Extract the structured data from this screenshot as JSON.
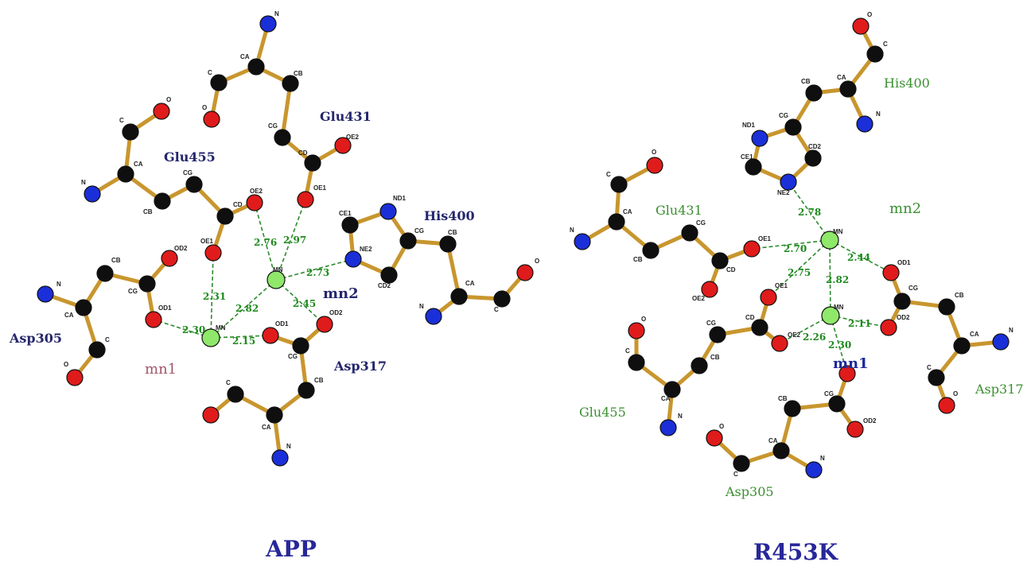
{
  "colors": {
    "carbon": "#0f0f0f",
    "oxygen": "#e01b1b",
    "nitrogen": "#1a2fd8",
    "metal": "#8fe86a",
    "bond": "#c8962e",
    "hbond": "#2e8b2e",
    "left_residue_label": "#24266c",
    "right_residue_label": "#3a8f2f",
    "title": "#27279a"
  },
  "panels": {
    "left": {
      "title": "APP",
      "residues": [
        "Glu431",
        "Glu455",
        "His400",
        "Asp305",
        "Asp317"
      ],
      "metals": [
        "mn1",
        "mn2"
      ],
      "distances": [
        "2.76",
        "2.97",
        "2.73",
        "2.31",
        "2.82",
        "2.45",
        "2.30",
        "2.15"
      ],
      "atom_labels": [
        "N",
        "CA",
        "C",
        "O",
        "CB",
        "CG",
        "CD",
        "OE1",
        "OE2",
        "ND1",
        "NE2",
        "CE1",
        "CD2",
        "OD1",
        "OD2",
        "MN"
      ]
    },
    "right": {
      "title": "R453K",
      "residues": [
        "His400",
        "Glu431",
        "Glu455",
        "Asp305",
        "Asp317"
      ],
      "metals": [
        "mn2",
        "mn1"
      ],
      "distances": [
        "2.78",
        "2.70",
        "2.44",
        "2.75",
        "2.82",
        "2.26",
        "2.11",
        "2.30"
      ],
      "atom_labels": [
        "N",
        "CA",
        "C",
        "O",
        "CB",
        "CG",
        "CD",
        "OE1",
        "OE2",
        "ND1",
        "NE2",
        "CE1",
        "CD2",
        "OD1",
        "OD2",
        "MN"
      ]
    }
  }
}
